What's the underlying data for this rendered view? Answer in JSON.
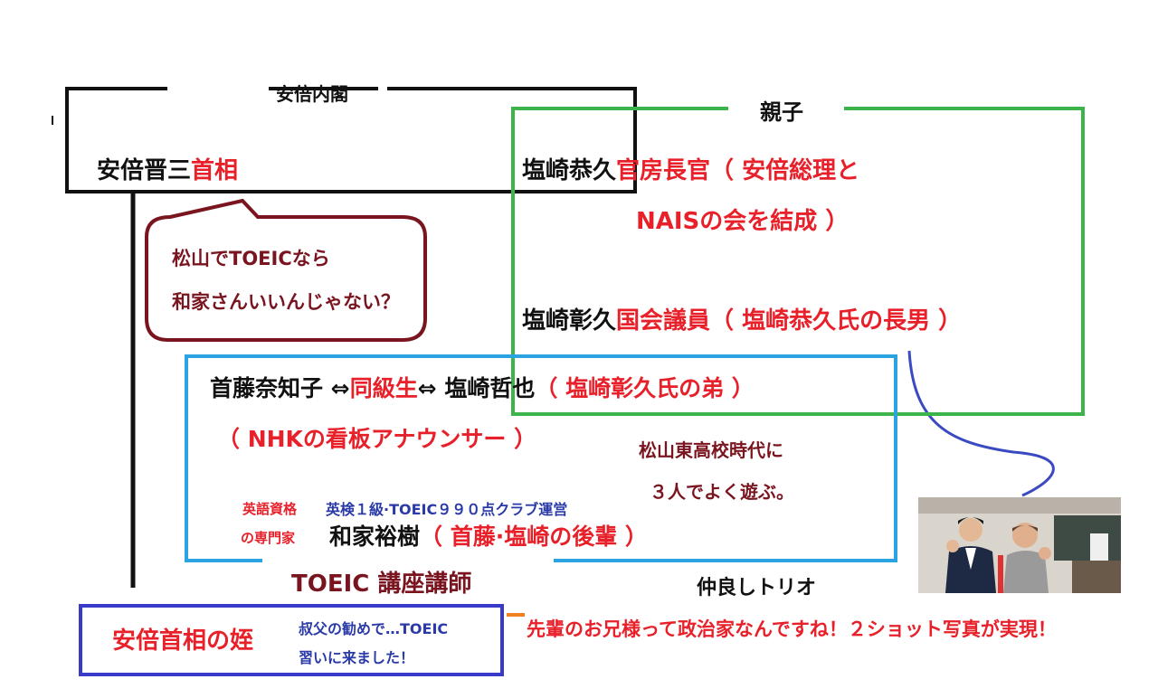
{
  "cabinet": {
    "label": "安倍内閣",
    "pm_name": "安倍晋三",
    "pm_title": "首相"
  },
  "family": {
    "label": "親子",
    "father_name": "塩崎恭久",
    "father_title": "官房長官（ 安倍総理と",
    "father_title_2": "NAISの会を結成 ）",
    "son_name": "塩崎彰久",
    "son_title": "国会議員（ 塩崎恭久氏の長男 ）"
  },
  "speech_bubble": {
    "line1": "松山でTOEICなら",
    "line2": "和家さんいいんじゃない？"
  },
  "trio": {
    "announcer_name": "首藤奈知子",
    "arrow_left": "⇔",
    "classmate": "同級生",
    "arrow_right": "⇔",
    "brother_name": "塩崎哲也",
    "brother_title": "（ 塩崎彰久氏の弟 ）",
    "announcer_title": "（ NHKの看板アナウンサー ）",
    "school_line1": "松山東高校時代に",
    "school_line2": "３人でよく遊ぶ。",
    "expert_tag_1": "英語資格",
    "expert_tag_2": "の専門家",
    "credentials": "英検１級·TOEIC９９０点クラブ運営",
    "teacher_name": "和家裕樹",
    "teacher_title": "（ 首藤·塩崎の後輩 ）",
    "course": "TOEIC 講座講師",
    "trio_label": "仲良しトリオ"
  },
  "niece": {
    "label": "安倍首相の姪",
    "note_line1": "叔父の勧めで…TOEIC",
    "note_line2": "習いに来ました！"
  },
  "photo_caption": "先輩のお兄様って政治家なんですね！２ショット写真が実現！",
  "colors": {
    "black": "#111111",
    "red": "#e8202a",
    "maroon": "#7a1520",
    "green": "#3cb44a",
    "blue": "#2aa3e0",
    "navy": "#2a3aa8",
    "orange": "#f08020"
  }
}
